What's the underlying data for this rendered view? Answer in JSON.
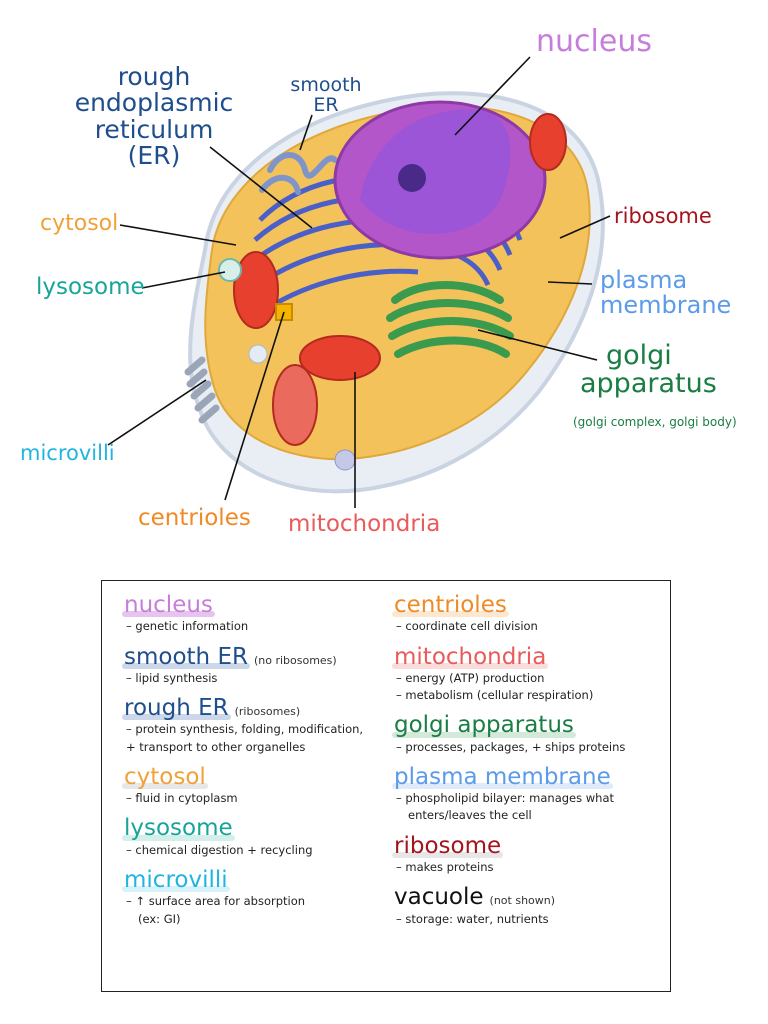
{
  "colors": {
    "nucleus": "#c77ddb",
    "smooth_er": "#1f4e8c",
    "rough_er": "#1f4e8c",
    "cytosol": "#f0a13a",
    "lysosome": "#17a59a",
    "microvilli": "#1fb5e0",
    "centrioles": "#f08a25",
    "mitochondria": "#e95b5b",
    "golgi": "#1a7d44",
    "plasma_membrane": "#5b9bea",
    "ribosome": "#a3141c",
    "vacuole": "#111111"
  },
  "diagram": {
    "labels": {
      "rough_er": [
        "rough",
        "endoplasmic",
        "reticulum",
        "(ER)"
      ],
      "smooth_er": [
        "smooth",
        "ER"
      ],
      "nucleus": "nucleus",
      "cytosol": "cytosol",
      "ribosome": "ribosome",
      "lysosome": "lysosome",
      "plasma_membrane": [
        "plasma",
        "membrane"
      ],
      "golgi": [
        "golgi",
        "apparatus"
      ],
      "golgi_sub": "(golgi complex, golgi body)",
      "microvilli": "microvilli",
      "centrioles": "centrioles",
      "mitochondria": "mitochondria"
    }
  },
  "key": {
    "left": [
      {
        "title": "nucleus",
        "note": "",
        "lines": [
          "– genetic information"
        ]
      },
      {
        "title": "smooth ER",
        "note": "(no ribosomes)",
        "lines": [
          "– lipid synthesis"
        ]
      },
      {
        "title": "rough ER",
        "note": "(ribosomes)",
        "lines": [
          "– protein synthesis, folding, modification,",
          "+ transport to other organelles"
        ]
      },
      {
        "title": "cytosol",
        "note": "",
        "lines": [
          "– fluid in cytoplasm"
        ]
      },
      {
        "title": "lysosome",
        "note": "",
        "lines": [
          "– chemical digestion + recycling"
        ]
      },
      {
        "title": "microvilli",
        "note": "",
        "lines": [
          "– ↑ surface area for absorption",
          "(ex: GI)"
        ]
      }
    ],
    "right": [
      {
        "title": "centrioles",
        "note": "",
        "lines": [
          "– coordinate cell division"
        ]
      },
      {
        "title": "mitochondria",
        "note": "",
        "lines": [
          "– energy (ATP) production",
          "– metabolism (cellular respiration)"
        ]
      },
      {
        "title": "golgi apparatus",
        "note": "",
        "lines": [
          "– processes, packages, + ships proteins"
        ]
      },
      {
        "title": "plasma membrane",
        "note": "",
        "lines": [
          "– phospholipid bilayer: manages what",
          "enters/leaves the cell"
        ]
      },
      {
        "title": "ribosome",
        "note": "",
        "lines": [
          "– makes proteins"
        ]
      },
      {
        "title": "vacuole",
        "note": "(not shown)",
        "lines": [
          "– storage: water, nutrients"
        ]
      }
    ]
  }
}
